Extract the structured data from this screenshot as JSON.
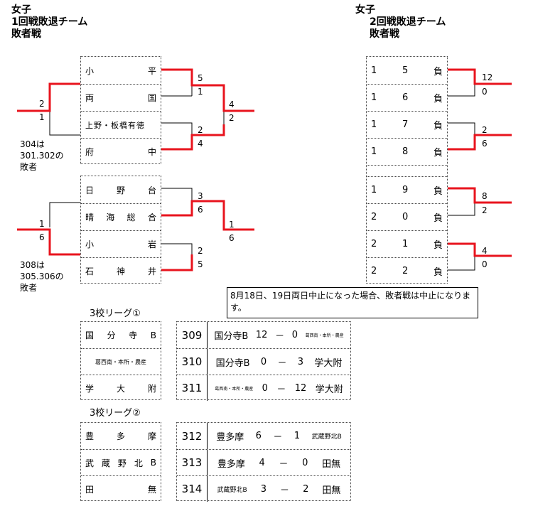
{
  "left": {
    "title_lines": [
      "女子",
      "1回戦敗退チーム",
      "敗者戦"
    ],
    "group1": {
      "teams": [
        [
          "小",
          "平"
        ],
        [
          "両",
          "国"
        ],
        [
          "上野・板橋有徳"
        ],
        [
          "府",
          "中"
        ]
      ],
      "scores": {
        "r1a_top": "5",
        "r1a_bot": "1",
        "r1b_top": "2",
        "r1b_bot": "4",
        "final_top": "4",
        "final_bot": "2",
        "left_top": "2",
        "left_bot": "1"
      },
      "note_lines": [
        "304は",
        "301.302の",
        "敗者"
      ]
    },
    "group2": {
      "teams": [
        [
          "日",
          "野",
          "台"
        ],
        [
          "晴",
          "海",
          "総",
          "合"
        ],
        [
          "小",
          "岩"
        ],
        [
          "石",
          "神",
          "井"
        ]
      ],
      "scores": {
        "r1a_top": "3",
        "r1a_bot": "6",
        "r1b_top": "2",
        "r1b_bot": "5",
        "final_top": "1",
        "final_bot": "6",
        "left_top": "1",
        "left_bot": "6"
      },
      "note_lines": [
        "308は",
        "305.306の",
        "敗者"
      ]
    }
  },
  "right": {
    "title_lines": [
      "女子",
      "2回戦敗退チーム",
      "敗者戦"
    ],
    "teams": [
      [
        "1",
        "5",
        "負"
      ],
      [
        "1",
        "6",
        "負"
      ],
      [
        "1",
        "7",
        "負"
      ],
      [
        "1",
        "8",
        "負"
      ],
      [
        "1",
        "9",
        "負"
      ],
      [
        "2",
        "0",
        "負"
      ],
      [
        "2",
        "1",
        "負"
      ],
      [
        "2",
        "2",
        "負"
      ]
    ],
    "scores": [
      [
        "12",
        "0"
      ],
      [
        "2",
        "6"
      ],
      [
        "8",
        "2"
      ],
      [
        "4",
        "0"
      ]
    ]
  },
  "notice": "8月18日、19日両日中止になった場合、敗者戦は中止になります。",
  "league1": {
    "title": "3校リーグ①",
    "teams": [
      [
        "国",
        "分",
        "寺",
        "B"
      ],
      [
        "葛西南・本所・農産"
      ],
      [
        "学",
        "大",
        "附"
      ]
    ],
    "matches": [
      {
        "no": "309",
        "a": "国分寺B",
        "sa": "12",
        "dash": "－",
        "sb": "0",
        "b": "葛西南・本所・農産"
      },
      {
        "no": "310",
        "a": "国分寺B",
        "sa": "0",
        "dash": "－",
        "sb": "3",
        "b": "学大附"
      },
      {
        "no": "311",
        "a": "葛西南・本所・農産",
        "sa": "0",
        "dash": "－",
        "sb": "12",
        "b": "学大附"
      }
    ]
  },
  "league2": {
    "title": "3校リーグ②",
    "teams": [
      [
        "豊",
        "多",
        "摩"
      ],
      [
        "武",
        "蔵",
        "野",
        "北",
        "B"
      ],
      [
        "田",
        "無"
      ]
    ],
    "matches": [
      {
        "no": "312",
        "a": "豊多摩",
        "sa": "6",
        "dash": "－",
        "sb": "1",
        "b": "武蔵野北B"
      },
      {
        "no": "313",
        "a": "豊多摩",
        "sa": "4",
        "dash": "－",
        "sb": "0",
        "b": "田無"
      },
      {
        "no": "314",
        "a": "武蔵野北B",
        "sa": "3",
        "dash": "－",
        "sb": "2",
        "b": "田無"
      }
    ]
  },
  "colors": {
    "winner_line": "#e8141e",
    "loser_line": "#000000"
  }
}
